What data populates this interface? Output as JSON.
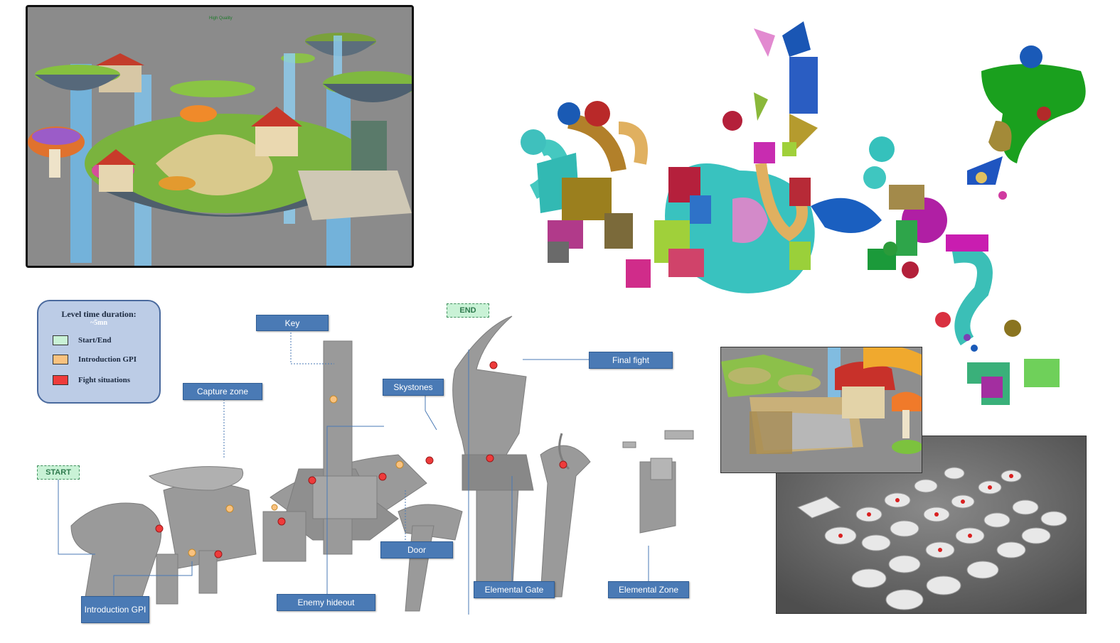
{
  "screenshot": {
    "hq_label": "High Quality"
  },
  "legend": {
    "title": "Level time duration:",
    "duration": "~5mn",
    "items": [
      {
        "label": "Start/End",
        "color": "#c9f2d6"
      },
      {
        "label": "Introduction GPI",
        "color": "#f9c27f"
      },
      {
        "label": "Fight situations",
        "color": "#ee3b3b"
      }
    ]
  },
  "tags": {
    "start": "START",
    "end": "END"
  },
  "callouts": {
    "key": "Key",
    "capture_zone": "Capture zone",
    "skystones": "Skystones",
    "final_fight": "Final fight",
    "door": "Door",
    "introduction_gpi": "Introduction GPI",
    "enemy_hideout": "Enemy hideout",
    "elemental_gate": "Elemental Gate",
    "elemental_zone": "Elemental Zone"
  },
  "colors": {
    "callout": "#4a7ab5",
    "accent_green": "#3f8f5c",
    "fight": "#ee3b3b",
    "intro": "#f9c27f"
  }
}
